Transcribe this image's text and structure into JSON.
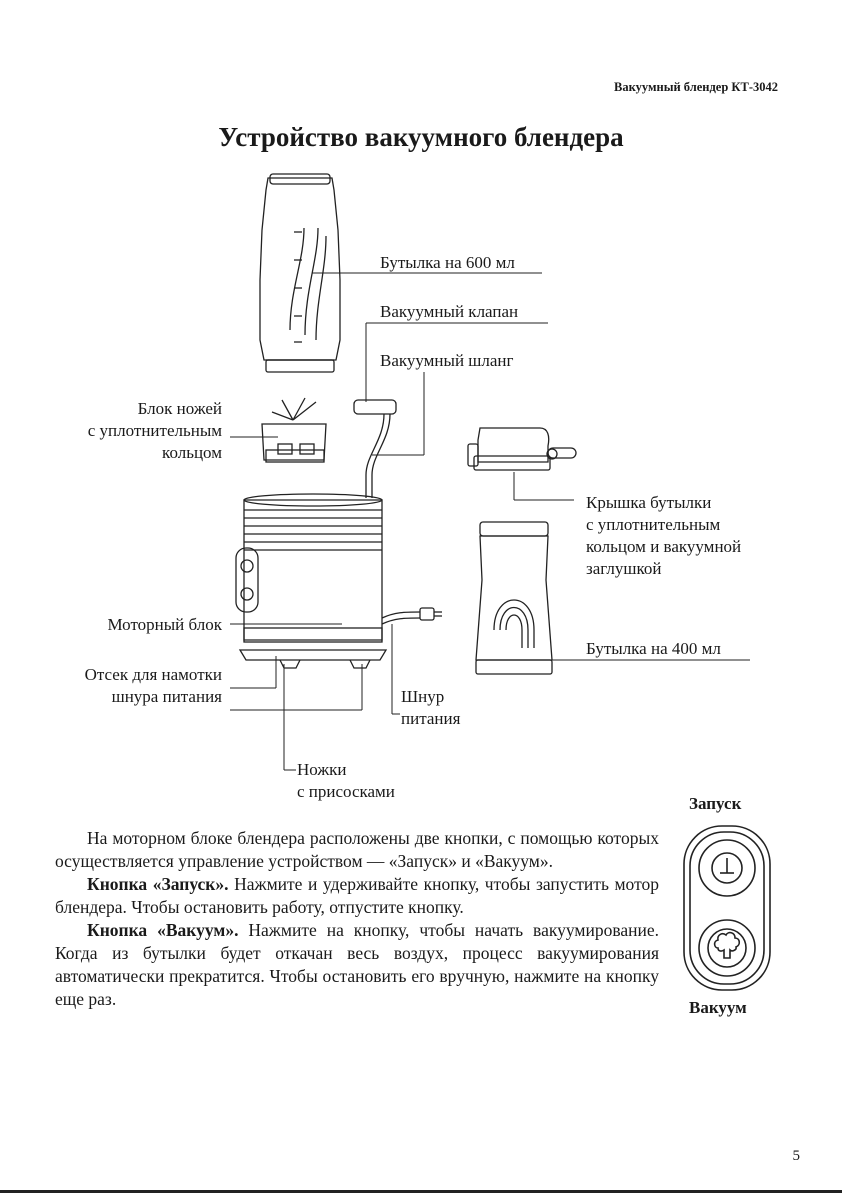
{
  "header": {
    "running_title": "Вакуумный блендер КТ-3042"
  },
  "page_title": "Устройство вакуумного блендера",
  "callouts": {
    "bottle_600": "Бутылка на 600 мл",
    "vacuum_valve": "Вакуумный клапан",
    "vacuum_hose": "Вакуумный шланг",
    "blade_block_1": "Блок ножей",
    "blade_block_2": "с уплотнительным",
    "blade_block_3": "кольцом",
    "bottle_lid_1": "Крышка бутылки",
    "bottle_lid_2": "с уплотнительным",
    "bottle_lid_3": "кольцом и вакуумной",
    "bottle_lid_4": "заглушкой",
    "motor_block": "Моторный блок",
    "bottle_400": "Бутылка на 400 мл",
    "cord_storage_1": "Отсек для намотки",
    "cord_storage_2": "шнура питания",
    "power_cord_1": "Шнур",
    "power_cord_2": "питания",
    "feet_1": "Ножки",
    "feet_2": "с присосками"
  },
  "buttons_panel": {
    "start_label": "Запуск",
    "vacuum_label": "Вакуум",
    "start_icon": "power-icon",
    "vacuum_icon": "vacuum-tree-icon"
  },
  "body": {
    "p1": "На моторном блоке блендера расположены две кнопки, с помощью которых осуществляется управление устройством — «Запуск» и «Вакуум».",
    "p2_bold": "Кнопка «Запуск».",
    "p2_rest": " Нажмите и удерживайте кнопку, чтобы запустить мотор блендера. Чтобы остановить работу, отпустите кнопку.",
    "p3_bold": "Кнопка «Вакуум».",
    "p3_rest": " Нажмите на кнопку, чтобы начать вакуумирование. Когда из бутылки будет откачан весь воздух, процесс вакуумирования автоматически прекратится. Чтобы остановить его вручную, нажмите на кнопку еще раз."
  },
  "page_number": "5"
}
